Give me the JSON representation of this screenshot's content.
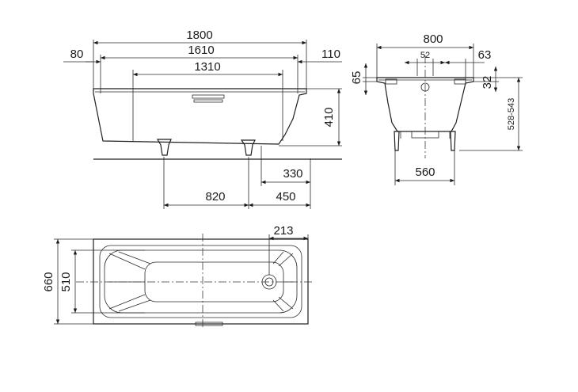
{
  "side_view": {
    "overall_length": "1800",
    "inner_rim_length": "1610",
    "inner_bottom_length": "1310",
    "left_rim": "80",
    "right_rim": "110",
    "depth": "410",
    "foot_to_end": "330",
    "foot_spacing": "820",
    "foot_offset": "450"
  },
  "end_view": {
    "overall_width": "800",
    "drain_spacing": "52",
    "rim_right": "63",
    "rim_height": "65",
    "rim_small": "32",
    "total_height": "528-543",
    "foot_spacing": "560"
  },
  "plan_view": {
    "drain_offset": "213",
    "outer_width": "660",
    "inner_width": "510"
  }
}
